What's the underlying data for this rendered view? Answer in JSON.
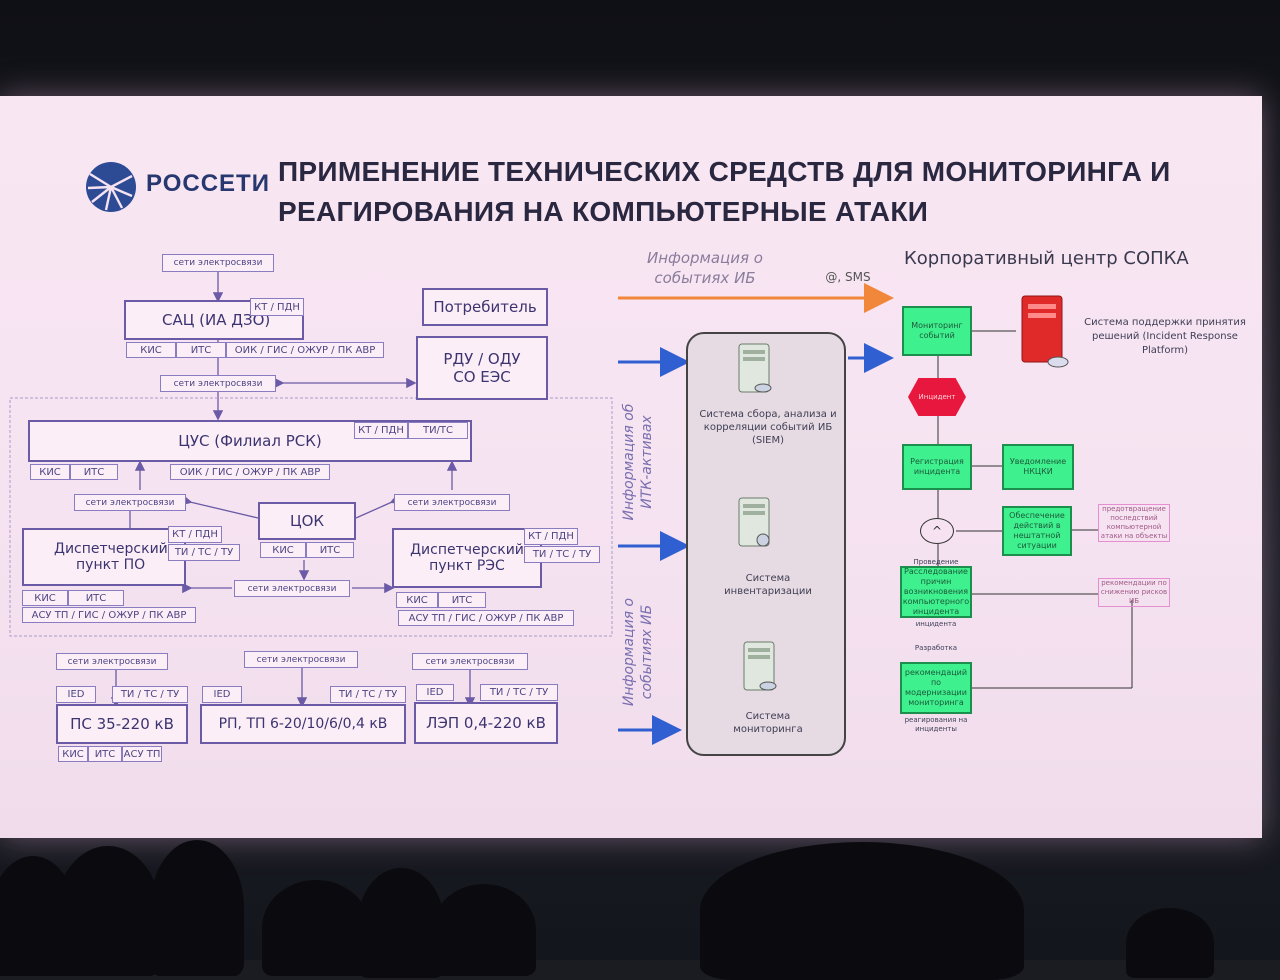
{
  "logo": {
    "name": "РОССЕТИ"
  },
  "title": {
    "line1": "ПРИМЕНЕНИЕ ТЕХНИЧЕСКИХ СРЕДСТВ ДЛЯ МОНИТОРИНГА И",
    "line2": "РЕАГИРОВАНИЯ НА КОМПЬЮТЕРНЫЕ АТАКИ"
  },
  "left": {
    "net_label": "сети электросвязи",
    "sac": "САЦ (ИА ДЗО)",
    "kt_pdn": "КТ / ПДН",
    "kis": "КИС",
    "its": "ИТС",
    "oik_row": "ОИК / ГИС / ОЖУР / ПК АВР",
    "consumer": "Потребитель",
    "rdu": "РДУ / ОДУ",
    "so_ees": "СО ЕЭС",
    "cus": "ЦУС (Филиал РСК)",
    "ti_ts": "ТИ/ТС",
    "cok": "ЦОК",
    "dp_po_1": "Диспетчерский",
    "dp_po_2": "пункт ПО",
    "dp_res_1": "Диспетчерский",
    "dp_res_2": "пункт РЭС",
    "ti_ts_tu": "ТИ / ТС / ТУ",
    "asu_row": "АСУ ТП / ГИС / ОЖУР / ПК АВР",
    "ied": "IED",
    "ps": "ПС 35-220 кВ",
    "rp": "РП, ТП 6-20/10/6/0,4 кВ",
    "lep": "ЛЭП 0,4-220 кВ",
    "asu_tp": "АСУ ТП"
  },
  "middle": {
    "info_ib_1": "Информация о",
    "info_ib_2": "событиях ИБ",
    "at_sms": "@, SMS",
    "vert_itk_1": "Информация об",
    "vert_itk_2": "ИТК-активах",
    "vert_ib_1": "Информация о",
    "vert_ib_2": "событиях ИБ",
    "siem": "Система сбора, анализа и корреляции событий ИБ (SIEM)",
    "inventory": "Система инвентаризации",
    "monitoring": "Система мониторинга"
  },
  "right": {
    "center": "Корпоративный центр СОПКА",
    "mon_events": "Мониторинг событий",
    "incident": "Инцидент",
    "registration": "Регистрация инцидента",
    "notify": "Уведомление НКЦКИ",
    "and": "^",
    "consequences": "Обеспечение действий в нештатной ситуации",
    "investigation": "Расследование причин возникновения компьютерного инцидента",
    "investigation_top": "Проведение",
    "investigation_bottom": "инцидента",
    "develop_top": "Разработка",
    "develop": "рекомендаций по модернизации мониторинга",
    "develop_bottom": "реагирования на инциденты",
    "irp": "Система поддержки принятия решений (Incident Response Platform)",
    "tag1": "предотвращение последствий компьютерной атаки на объекты",
    "tag2": "рекомендации по снижению рисков ИБ"
  },
  "colors": {
    "orange_arrow": "#f0873a",
    "blue_arrow": "#2f5fd0",
    "green": "#3ff08f",
    "server_red": "#e02a2a"
  }
}
